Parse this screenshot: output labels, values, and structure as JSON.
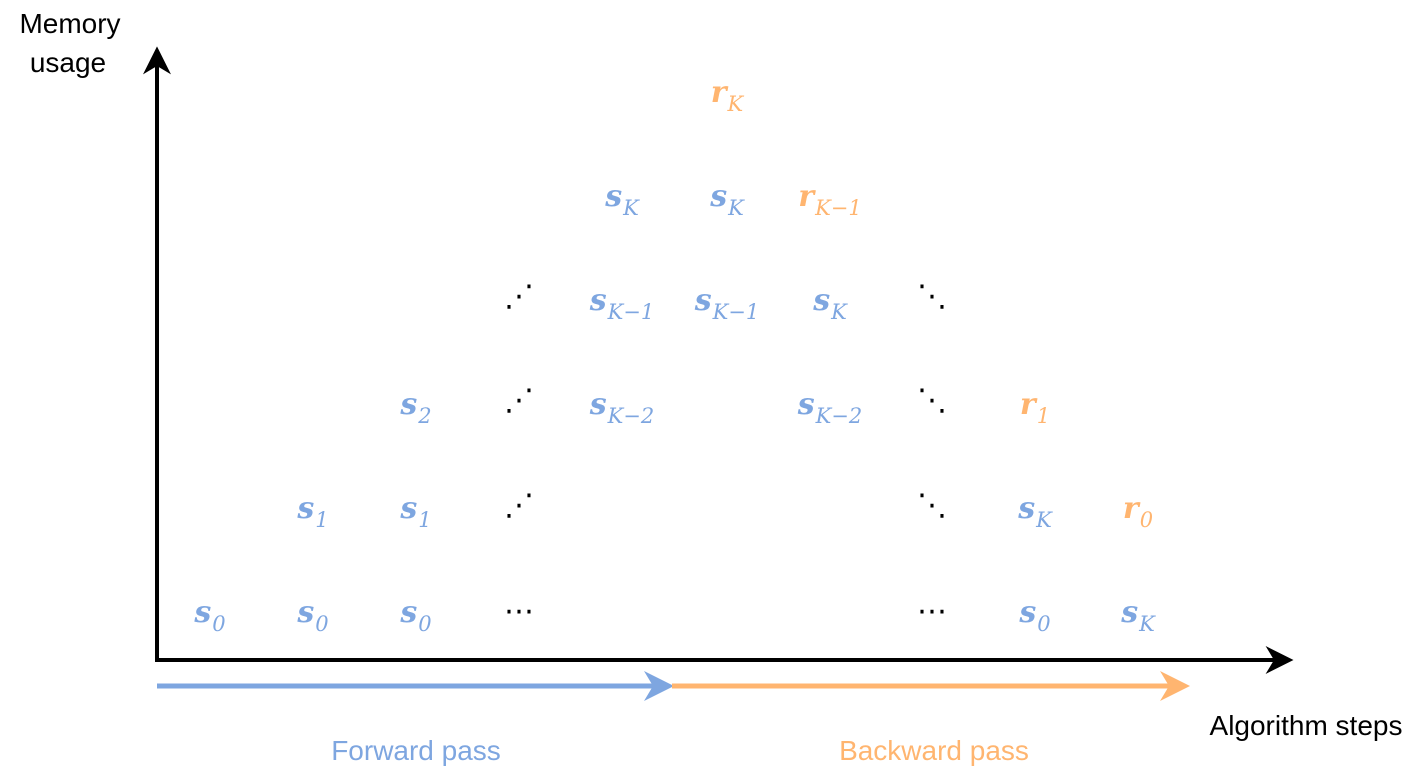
{
  "axes": {
    "y_label_line1": "Memory",
    "y_label_line2": "usage",
    "x_label": "Algorithm steps"
  },
  "passes": {
    "forward_label": "Forward pass",
    "backward_label": "Backward pass"
  },
  "colors": {
    "forward": "#7ea6e0",
    "backward": "#ffb570",
    "axis": "#000000"
  },
  "stacks": [
    {
      "step": "1",
      "items": [
        {
          "base": "s",
          "sub": "0",
          "kind": "state"
        }
      ]
    },
    {
      "step": "2",
      "items": [
        {
          "base": "s",
          "sub": "0",
          "kind": "state"
        },
        {
          "base": "s",
          "sub": "1",
          "kind": "state"
        }
      ]
    },
    {
      "step": "3",
      "items": [
        {
          "base": "s",
          "sub": "0",
          "kind": "state"
        },
        {
          "base": "s",
          "sub": "1",
          "kind": "state"
        },
        {
          "base": "s",
          "sub": "2",
          "kind": "state"
        }
      ]
    },
    {
      "step": "4",
      "items": [
        {
          "base": "s",
          "sub": "K−2",
          "kind": "state"
        },
        {
          "base": "s",
          "sub": "K−1",
          "kind": "state"
        },
        {
          "base": "s",
          "sub": "K",
          "kind": "state"
        }
      ]
    },
    {
      "step": "5",
      "items": [
        {
          "base": "s",
          "sub": "K−1",
          "kind": "state"
        },
        {
          "base": "s",
          "sub": "K",
          "kind": "state"
        },
        {
          "base": "r",
          "sub": "K",
          "kind": "adjoint"
        }
      ]
    },
    {
      "step": "6",
      "items": [
        {
          "base": "s",
          "sub": "K−2",
          "kind": "state"
        },
        {
          "base": "s",
          "sub": "K",
          "kind": "state"
        },
        {
          "base": "r",
          "sub": "K−1",
          "kind": "adjoint"
        }
      ]
    },
    {
      "step": "7",
      "items": [
        {
          "base": "s",
          "sub": "0",
          "kind": "state"
        },
        {
          "base": "s",
          "sub": "K",
          "kind": "state"
        },
        {
          "base": "r",
          "sub": "1",
          "kind": "adjoint"
        }
      ]
    },
    {
      "step": "8",
      "items": [
        {
          "base": "s",
          "sub": "K",
          "kind": "state"
        },
        {
          "base": "r",
          "sub": "0",
          "kind": "adjoint"
        }
      ]
    }
  ],
  "ellipses": {
    "horizontal": "⋯",
    "up_diagonal": "⋰",
    "down_diagonal": "⋱"
  }
}
